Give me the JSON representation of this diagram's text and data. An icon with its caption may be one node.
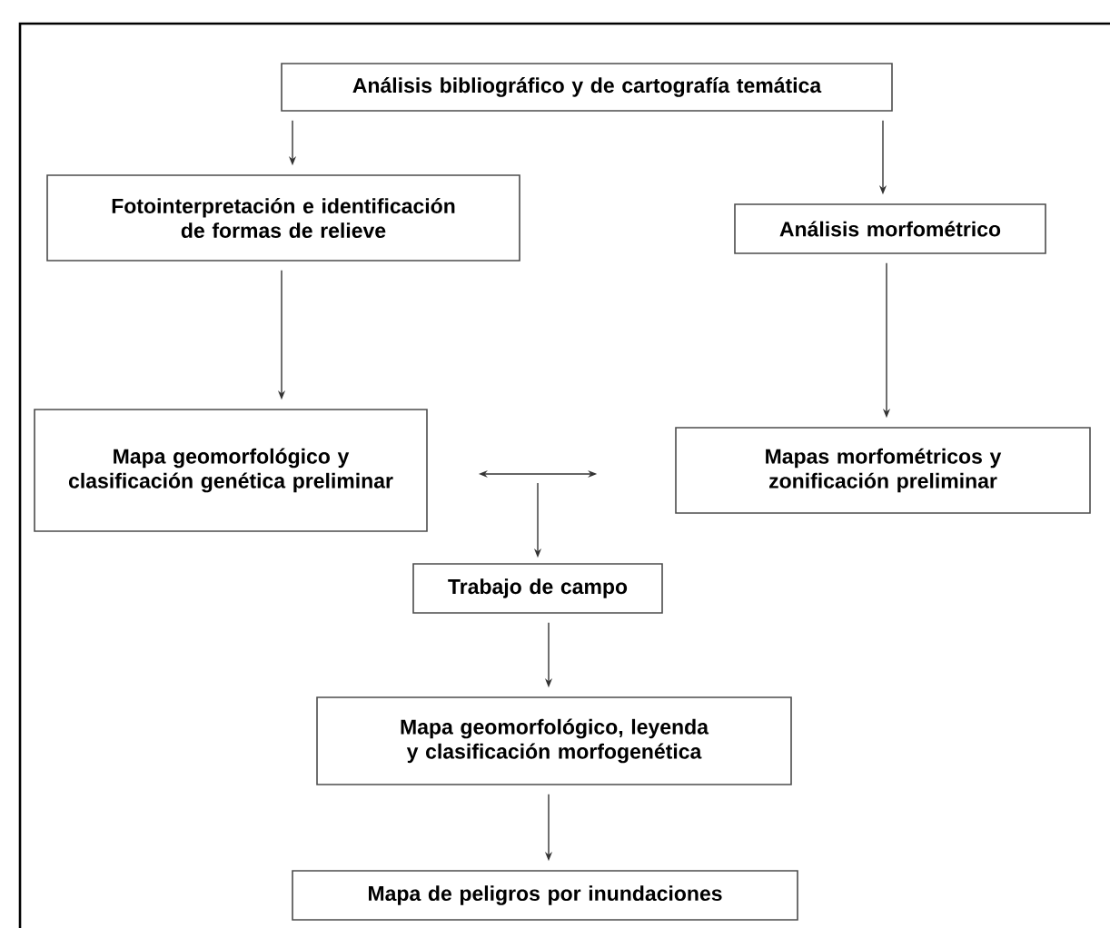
{
  "diagram": {
    "nodes": [
      {
        "text": [
          "Análisis bibliográfico y de cartografía temática"
        ]
      },
      {
        "text": [
          "Fotointerpretación e identificación de formas de relieve"
        ]
      },
      {
        "text": [
          "Análisis morfométrico"
        ]
      },
      {
        "text": [
          "Mapa geomorfológico y clasificación genética preliminar"
        ]
      },
      {
        "text": [
          "Mapas morfométricos y zonificación preliminar"
        ]
      },
      {
        "text": [
          "Trabajo de campo"
        ]
      },
      {
        "text": [
          "Mapa geomorfológico, leyenda y clasificación morfogenética"
        ]
      },
      {
        "text": [
          "Mapa de peligros por inundaciones"
        ]
      }
    ],
    "edges": [
      {
        "from": 0,
        "to": 1,
        "arrow": "to"
      },
      {
        "from": 0,
        "to": 2,
        "arrow": "to"
      },
      {
        "from": 1,
        "to": 3,
        "arrow": "to"
      },
      {
        "from": 2,
        "to": 4,
        "arrow": "to"
      },
      {
        "from": 3,
        "to": 4,
        "arrow": "both"
      },
      {
        "from": null,
        "to": 5,
        "arrow": "to"
      },
      {
        "from": 5,
        "to": 6,
        "arrow": "to"
      },
      {
        "from": 6,
        "to": 7,
        "arrow": "to"
      }
    ]
  }
}
